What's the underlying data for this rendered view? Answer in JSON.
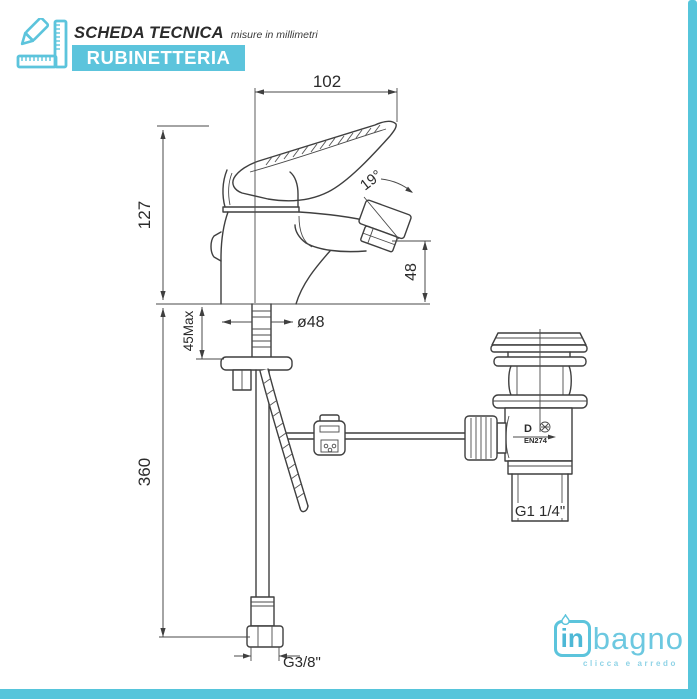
{
  "header": {
    "title": "SCHEDA TECNICA",
    "subtitle": "misure in millimetri",
    "badge": "RUBINETTERIA",
    "icon": "ruler-pencil-icon"
  },
  "dims": {
    "width_102": "102",
    "height_127": "127",
    "angle": "19°",
    "outlet_height": "48",
    "base_diameter": "ø48",
    "max_deck_thickness": "45Max",
    "hose_length": "360",
    "inlet_thread": "G3/8\"",
    "waste_thread": "G1 1/4\"",
    "waste_letter": "D",
    "waste_norm": "EN274"
  },
  "footer": {
    "logo_in": "in",
    "logo_bagno": "bagno",
    "tagline": "clicca e arredo",
    "droplet_icon": "droplet-icon"
  },
  "colors": {
    "accent": "#5cc4dc",
    "line": "#3f3f3f",
    "badge_text": "#ffffff"
  }
}
